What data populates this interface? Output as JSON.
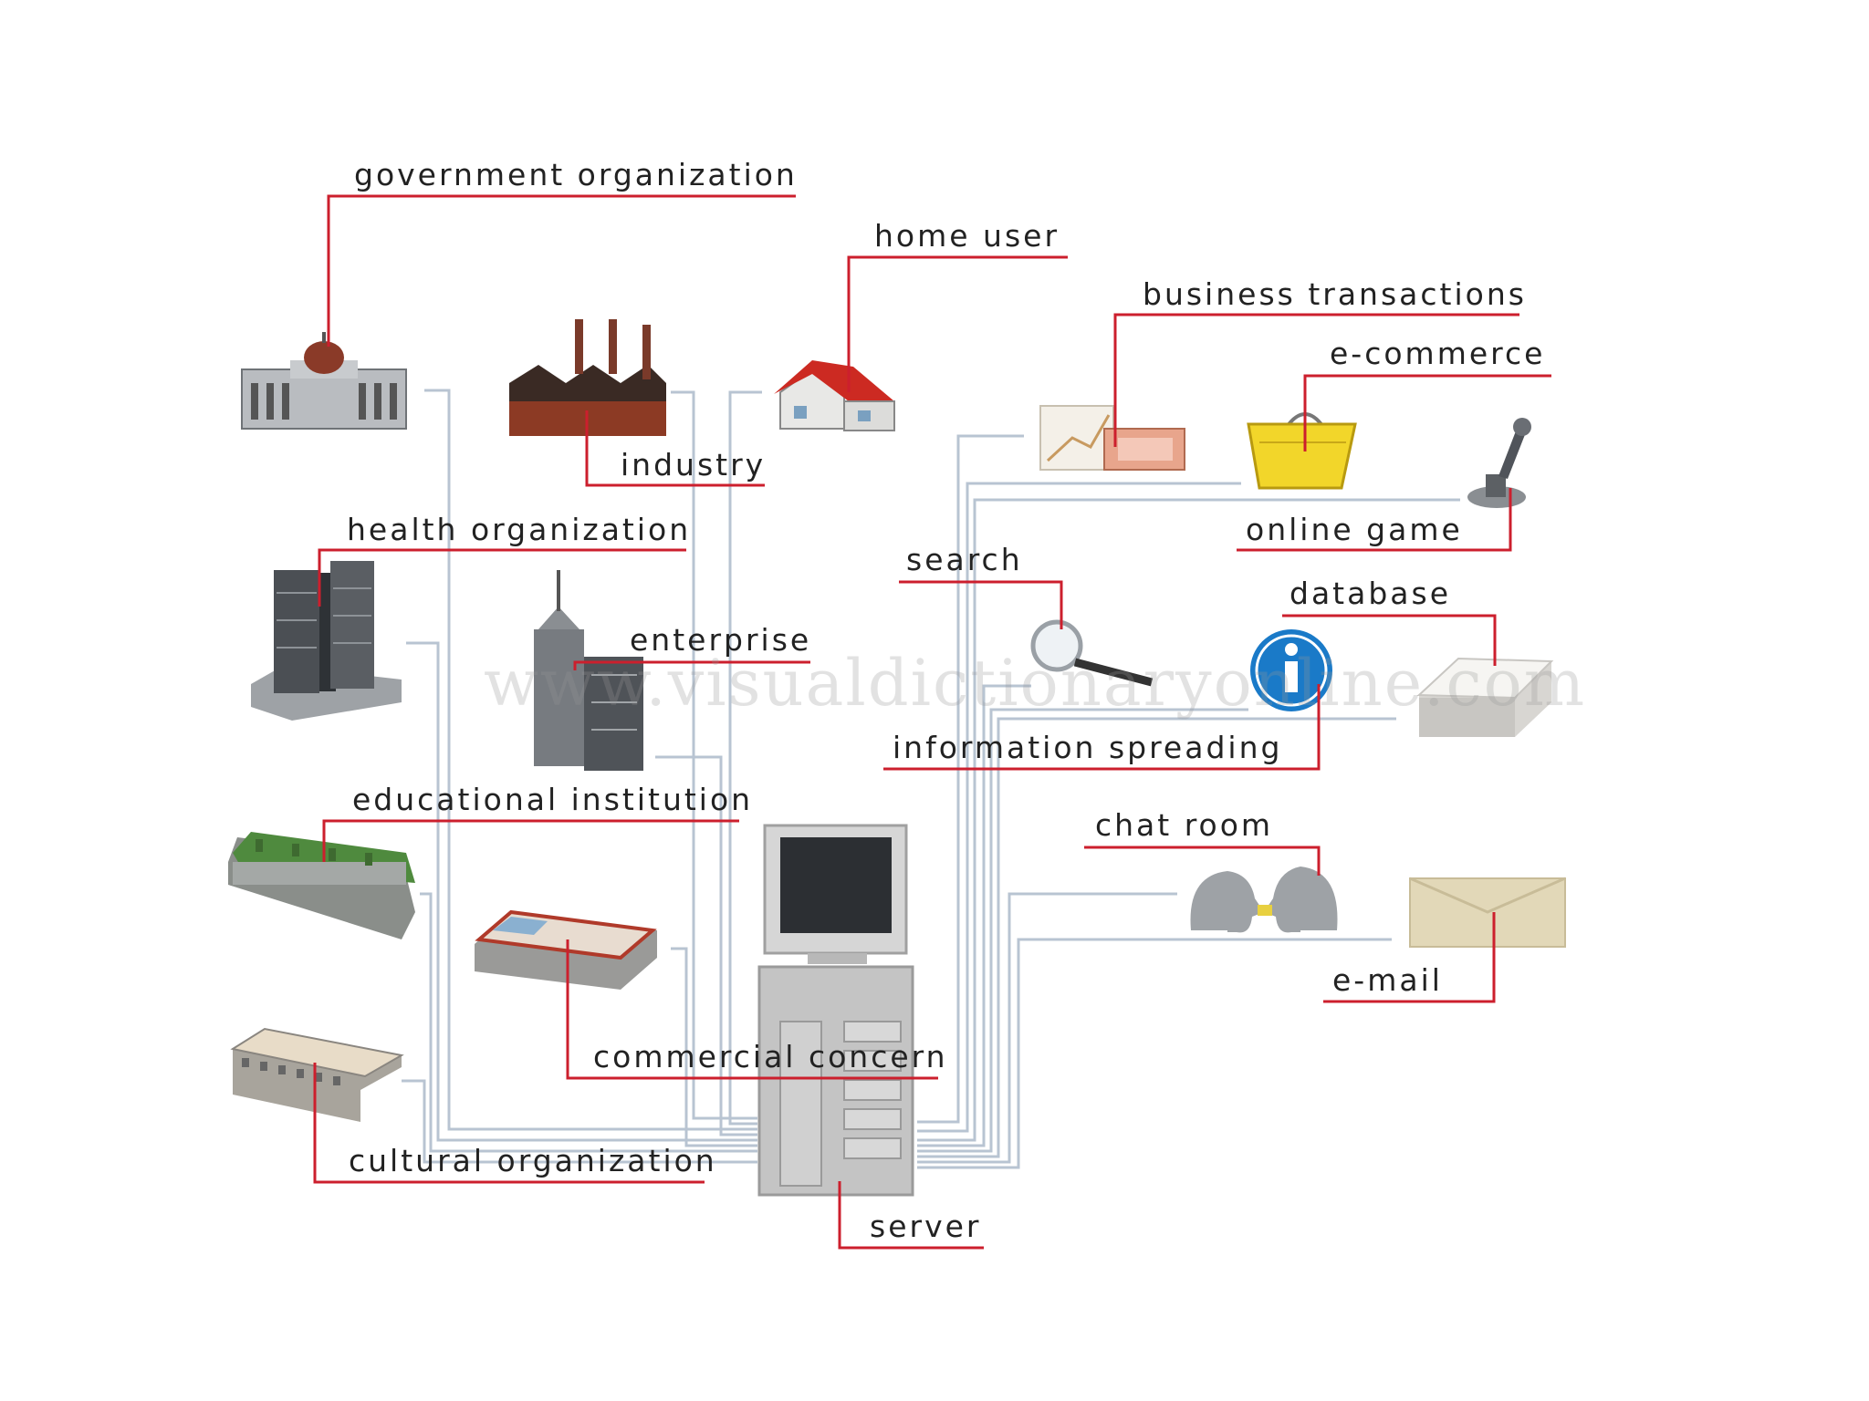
{
  "labels": {
    "government": "government organization",
    "home_user": "home user",
    "business": "business transactions",
    "ecommerce": "e-commerce",
    "industry": "industry",
    "health": "health organization",
    "online_game": "online game",
    "search": "search",
    "database": "database",
    "enterprise": "enterprise",
    "info": "information spreading",
    "educational": "educational institution",
    "chat": "chat room",
    "email": "e-mail",
    "commercial": "commercial concern",
    "cultural": "cultural organization",
    "server": "server"
  },
  "watermark": "www.visualdictionaryonline.com",
  "colors": {
    "leader": "#cc1f2d",
    "network": "#b8c4d2"
  },
  "icons": [
    "dome-building-icon",
    "factory-icon",
    "house-icon",
    "money-chart-icon",
    "shopping-basket-icon",
    "joystick-icon",
    "office-towers-icon",
    "skyscraper-icon",
    "magnifier-icon",
    "info-icon",
    "paper-stack-icon",
    "college-building-icon",
    "flat-building-icon",
    "museum-building-icon",
    "computer-server-icon",
    "heads-icon",
    "envelope-icon"
  ]
}
